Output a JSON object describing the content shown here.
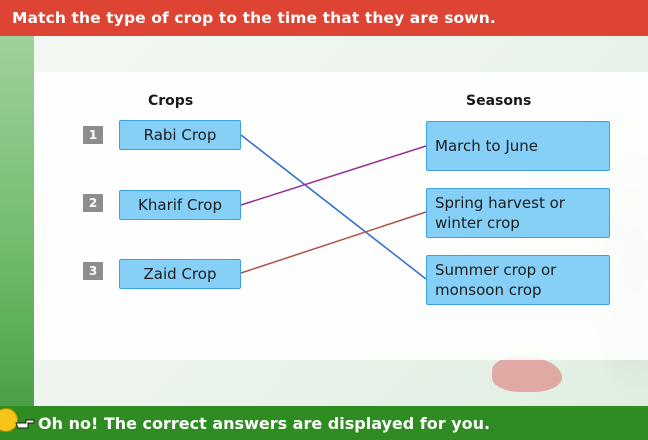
{
  "header": {
    "title": "Match the type of crop to the time that they are sown."
  },
  "columns": {
    "left_heading": "Crops",
    "right_heading": "Seasons"
  },
  "crops": [
    {
      "number": "1",
      "label": "Rabi Crop"
    },
    {
      "number": "2",
      "label": "Kharif Crop"
    },
    {
      "number": "3",
      "label": "Zaid Crop"
    }
  ],
  "seasons": [
    {
      "line1": "March to June",
      "line2": ""
    },
    {
      "line1": "Spring harvest or",
      "line2": "winter crop"
    },
    {
      "line1": "Summer crop or",
      "line2": "monsoon crop"
    }
  ],
  "connections": [
    {
      "crop": "Rabi Crop",
      "season": "Summer crop or monsoon crop",
      "color": "#2e6fcf"
    },
    {
      "crop": "Kharif Crop",
      "season": "March to June",
      "color": "#9b2a9b"
    },
    {
      "crop": "Zaid Crop",
      "season": "Spring harvest or winter crop",
      "color": "#b0504f"
    }
  ],
  "footer": {
    "message": "Oh no! The correct answers are displayed for you.",
    "icons": [
      "smiley-icon",
      "pointing-hand-icon"
    ]
  },
  "colors": {
    "header_bg": "#dd4433",
    "footer_bg": "#2f8c22",
    "box_fill": "#86cff7",
    "box_border": "#3ba1e0",
    "badge_fill": "#8d8d8d"
  }
}
